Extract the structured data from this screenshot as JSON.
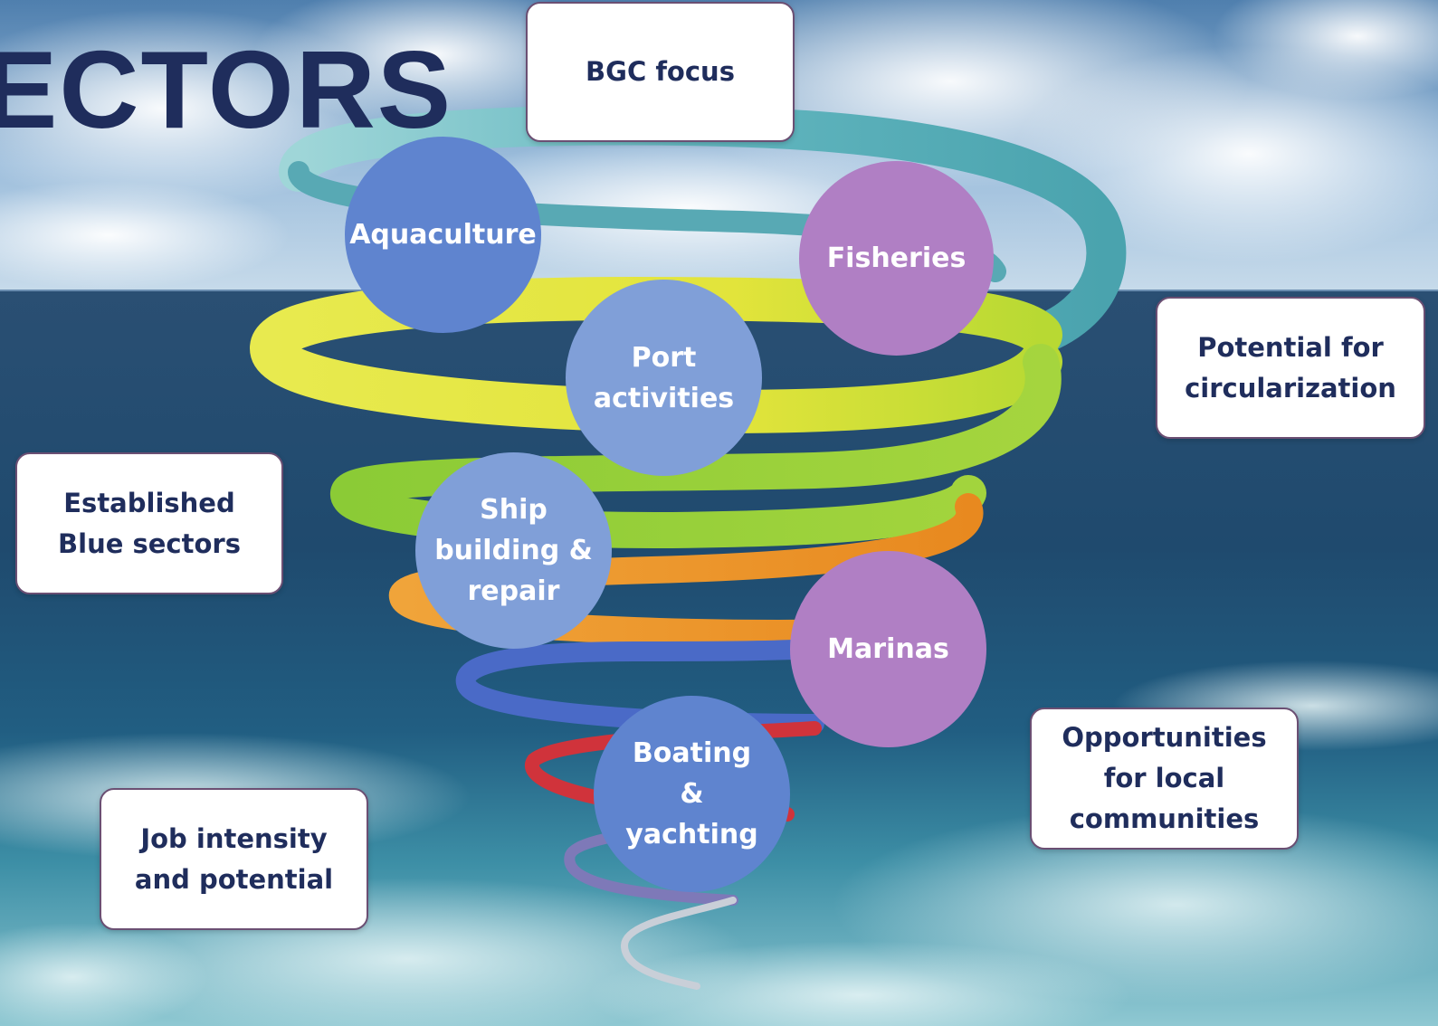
{
  "title": "ECTORS",
  "colors": {
    "title": "#1f2d5c",
    "box_text": "#1f2d5c",
    "box_border": "#6b4f73",
    "circle_blue": "#5f84cf",
    "circle_light_blue": "#809fd8",
    "circle_purple": "#b07fc4",
    "spiral": [
      "#6bb8c2",
      "#e3e545",
      "#8ccc3a",
      "#ef9a2a",
      "#4a6ac7",
      "#d0333b",
      "#7e79b8",
      "#c9cfd8"
    ]
  },
  "boxes": {
    "bgc_focus": "BGC focus",
    "potential": [
      "Potential for",
      "circularization"
    ],
    "established": [
      "Established",
      "Blue sectors"
    ],
    "opportunities": [
      "Opportunities",
      "for local",
      "communities"
    ],
    "job": [
      "Job intensity",
      "and potential"
    ]
  },
  "circles": {
    "aquaculture": "Aquaculture",
    "fisheries": "Fisheries",
    "port": [
      "Port",
      "activities"
    ],
    "ship": [
      "Ship",
      "building &",
      "repair"
    ],
    "marinas": "Marinas",
    "boating": [
      "Boating",
      "&",
      "yachting"
    ]
  }
}
